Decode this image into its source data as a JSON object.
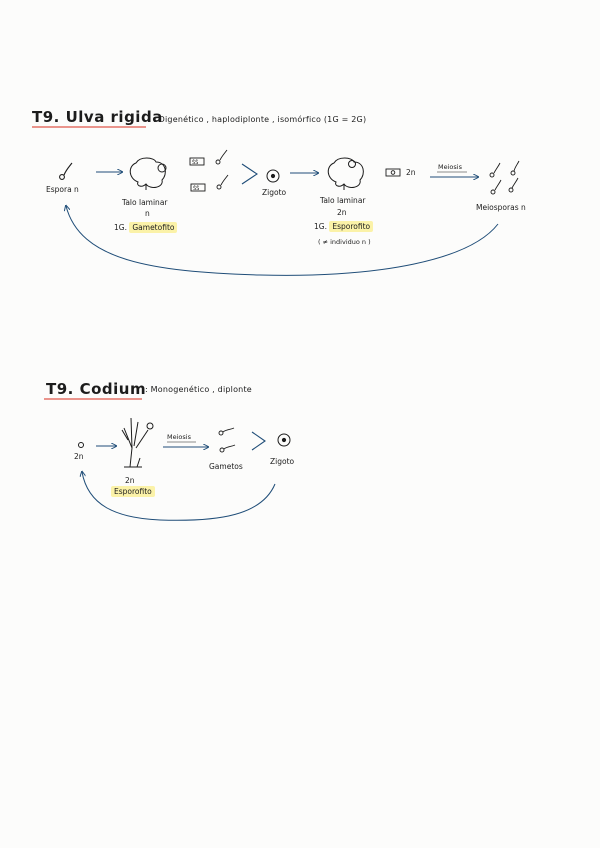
{
  "colors": {
    "ink": "#1c1c1c",
    "arrow": "#1f4d78",
    "underline": "#e0564a",
    "highlight": "#fbf2a8"
  },
  "section1": {
    "title": "T9. Ulva rigida",
    "subtitle": ": Digenético , haplodiplonte , isomórfico  (1G = 2G)",
    "espora": "Espora n",
    "talo1": "Talo laminar",
    "talo1_ploidy": "n",
    "gametofito_prefix": "1G.",
    "gametofito": "Gametofito",
    "zigoto": "Zigoto",
    "talo2": "Talo laminar",
    "talo2_ploidy": "2n",
    "esporofito_prefix": "1G.",
    "esporofito": "Esporofito",
    "note": "( ≠ individuo n )",
    "ploidy_2n": "2n",
    "meiosis": "Meiosis",
    "meiosporas": "Meiosporas  n"
  },
  "section2": {
    "title": "T9. Codium",
    "subtitle": ":  Monogenético , diplonte",
    "ploidy_start": "2n",
    "meiosis": "Meiosis",
    "gametos": "Gametos",
    "zigoto": "Zigoto",
    "ploidy_esp": "2n",
    "esporofito": "Esporofito"
  }
}
